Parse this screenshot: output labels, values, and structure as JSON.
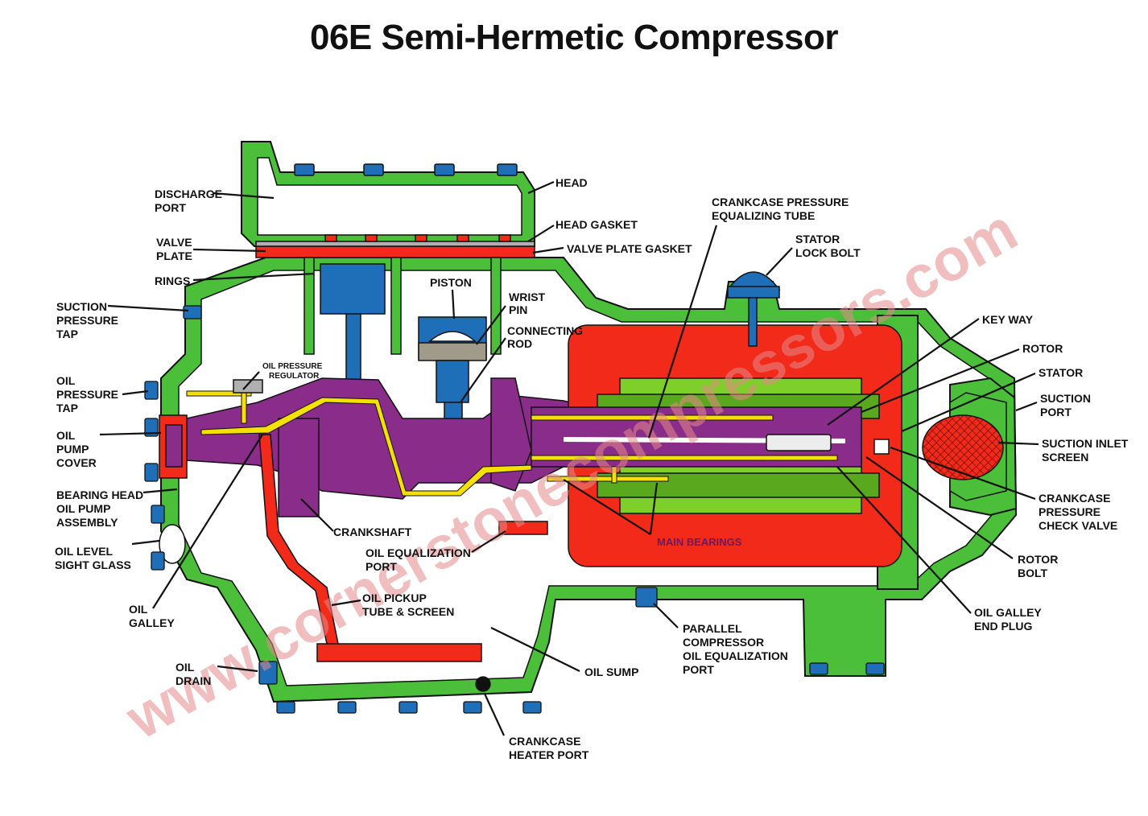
{
  "title": "06E Semi-Hermetic Compressor",
  "watermark": "www.cornerstonecompressors.com",
  "colors": {
    "housing": "#4cbf3a",
    "crankshaft": "#8a2d8a",
    "oil": "#f5e000",
    "bolts": "#1f6fb8",
    "motor": "#f22a1a",
    "rotor_green": "#7fcf2a",
    "outline": "#111111"
  },
  "labels": {
    "discharge_port": [
      "DISCHARGE",
      "PORT"
    ],
    "valve_plate": [
      "VALVE",
      "PLATE"
    ],
    "rings": "RINGS",
    "suction_pressure_tap": [
      "SUCTION",
      "PRESSURE",
      "TAP"
    ],
    "oil_pressure_tap": [
      "OIL",
      "PRESSURE",
      "TAP"
    ],
    "oil_pump_cover": [
      "OIL",
      "PUMP",
      "COVER"
    ],
    "bearing_head": [
      "BEARING HEAD",
      "OIL PUMP",
      "ASSEMBLY"
    ],
    "oil_level_sight_glass": [
      "OIL LEVEL",
      "SIGHT GLASS"
    ],
    "oil_galley": [
      "OIL",
      "GALLEY"
    ],
    "oil_drain": [
      "OIL",
      "DRAIN"
    ],
    "oil_pressure_regulator": [
      "OIL PRESSURE",
      "REGULATOR"
    ],
    "head": "HEAD",
    "head_gasket": "HEAD GASKET",
    "valve_plate_gasket": "VALVE PLATE GASKET",
    "piston": "PISTON",
    "wrist_pin": [
      "WRIST",
      "PIN"
    ],
    "connecting_rod": [
      "CONNECTING",
      "ROD"
    ],
    "crankshaft": "CRANKSHAFT",
    "oil_equalization_port": [
      "OIL EQUALIZATION",
      "PORT"
    ],
    "oil_pickup": [
      "OIL PICKUP",
      "TUBE & SCREEN"
    ],
    "oil_sump": "OIL SUMP",
    "crankcase_heater_port": [
      "CRANKCASE",
      "HEATER PORT"
    ],
    "crankcase_pressure_equalizing_tube": [
      "CRANKCASE PRESSURE",
      "EQUALIZING TUBE"
    ],
    "stator_lock_bolt": [
      "STATOR",
      "LOCK BOLT"
    ],
    "key_way": "KEY WAY",
    "rotor": "ROTOR",
    "stator": "STATOR",
    "suction_port": [
      "SUCTION",
      "PORT"
    ],
    "suction_inlet_screen": [
      "SUCTION INLET",
      "SCREEN"
    ],
    "crankcase_pressure_check_valve": [
      "CRANKCASE",
      "PRESSURE",
      "CHECK VALVE"
    ],
    "rotor_bolt": [
      "ROTOR",
      "BOLT"
    ],
    "oil_galley_end_plug": [
      "OIL GALLEY",
      "END PLUG"
    ],
    "main_bearings": "MAIN BEARINGS",
    "parallel_compressor": [
      "PARALLEL",
      "COMPRESSOR",
      "OIL EQUALIZATION",
      "PORT"
    ]
  }
}
